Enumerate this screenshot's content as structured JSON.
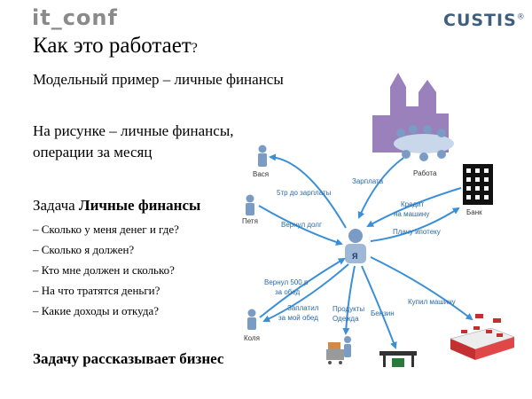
{
  "header": {
    "logo_left": "it_conf",
    "logo_right": "CUSTIS",
    "logo_right_mark": "®"
  },
  "slide": {
    "title": "Как это работает",
    "title_q": "?",
    "line1": "Модельный пример – личные финансы",
    "line2a": "На рисунке – личные финансы,",
    "line2b": "операции за месяц",
    "task_prefix": "Задача ",
    "task_bold": "Личные финансы",
    "bullets": [
      "– Сколько у меня денег и где?",
      "– Сколько я должен?",
      "– Кто мне должен и сколько?",
      "– На что тратятся деньги?",
      "– Какие доходы и откуда?"
    ],
    "footer": "Задачу рассказывает бизнес"
  },
  "diagram": {
    "nodes": {
      "vasya": "Вася",
      "petya": "Петя",
      "kolya": "Коля",
      "work": "Работа",
      "bank": "Банк",
      "me": "Я"
    },
    "edges": {
      "salary": "Зарплата",
      "five_tr": "5тр до зарплаты",
      "returned_debt": "Вернул долг",
      "credit": [
        "Кредит",
        "на машину"
      ],
      "mortgage": "Плачу ипотеку",
      "returned_500": [
        "Вернул 500 р",
        "за обед"
      ],
      "paid_lunch": [
        "Заплатил",
        "за мой обед"
      ],
      "products": [
        "Продукты",
        "Одежда"
      ],
      "gas": "Бензин",
      "car": "Купил машину"
    },
    "colors": {
      "arrow": "#3a8fd6",
      "label": "#2a6aa8",
      "city": "#8a6cb0",
      "person": "#7a9cc4"
    }
  }
}
